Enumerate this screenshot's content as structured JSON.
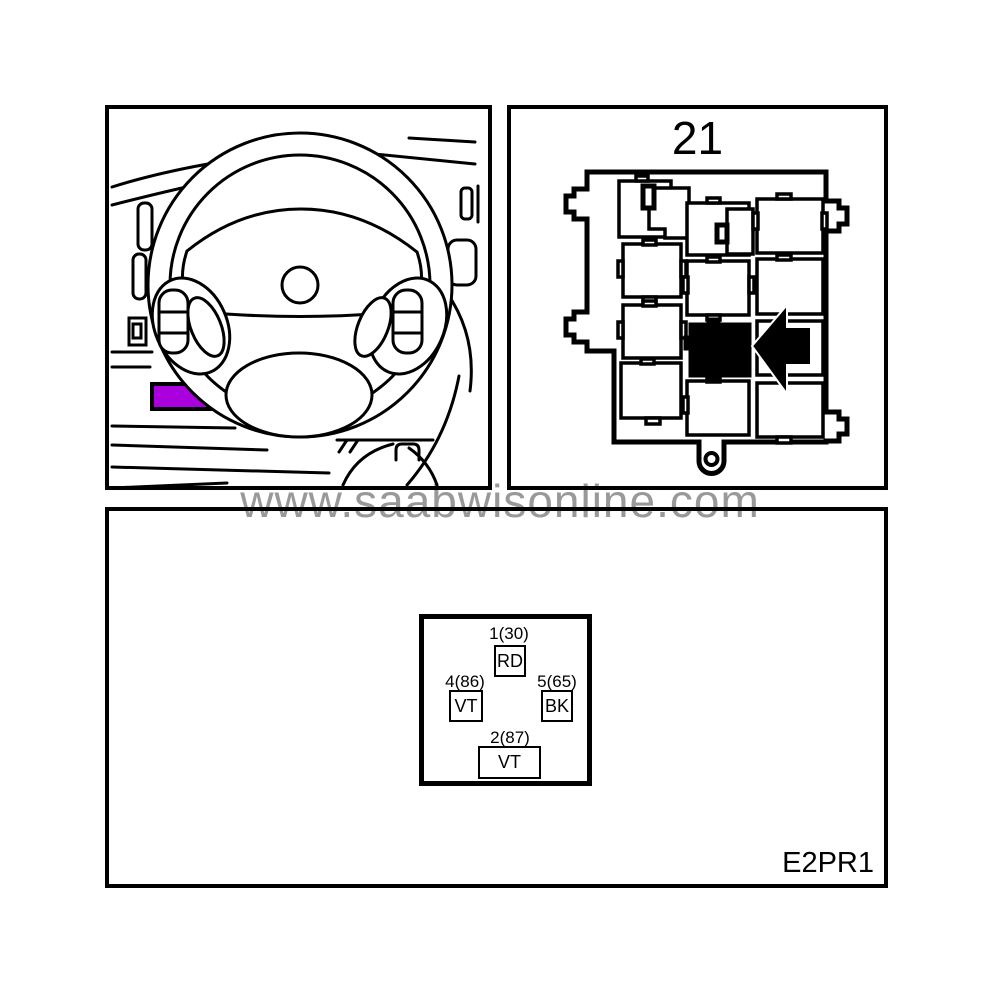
{
  "page": {
    "background": "#ffffff",
    "line_color": "#000000"
  },
  "watermark": {
    "text": "www.saabwisonline.com",
    "color": "#999999"
  },
  "dashboard_panel": {
    "illustration": "steering-wheel-dashboard-view",
    "highlight_color": "#aa00dd"
  },
  "relay_panel": {
    "label": "21",
    "illustration": "relay-box-top-view",
    "selected_relay_color": "#000000"
  },
  "pinout_panel": {
    "code": "E2PR1",
    "pins": [
      {
        "label": "1(30)",
        "wire": "RD"
      },
      {
        "label": "4(86)",
        "wire": "VT"
      },
      {
        "label": "5(65)",
        "wire": "BK"
      },
      {
        "label": "2(87)",
        "wire": "VT"
      }
    ]
  }
}
